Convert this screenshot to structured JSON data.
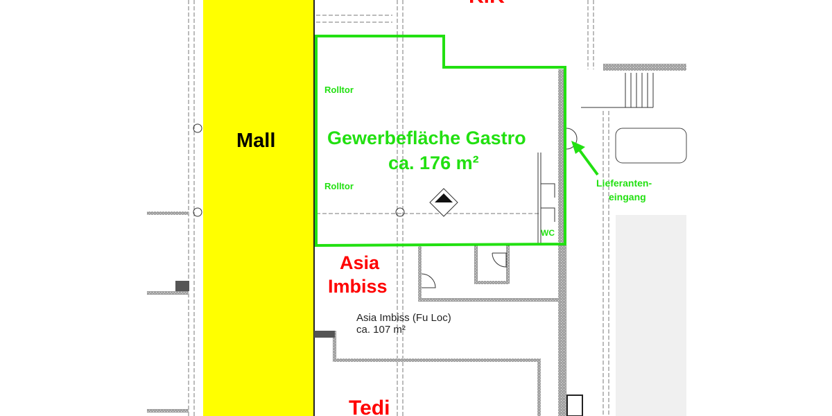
{
  "colors": {
    "mall": "#ffff00",
    "highlight": "#22e011",
    "tenant_label": "#ff0000",
    "lines": "#555555"
  },
  "labels": {
    "top_tenant": "KiK",
    "mall": "Mall",
    "unit_title": "Gewerbefläche Gastro",
    "unit_area": "ca. 176 m²",
    "rolltor_1": "Rolltor",
    "rolltor_2": "Rolltor",
    "supplier_entrance_1": "Lieferanten-",
    "supplier_entrance_2": "eingang",
    "wc": "WC",
    "asia_1": "Asia",
    "asia_2": "Imbiss",
    "asia_plan_name": "Asia Imbiss (Fu Loc)",
    "asia_plan_area": "ca. 107 m²",
    "tedi": "Tedi"
  }
}
